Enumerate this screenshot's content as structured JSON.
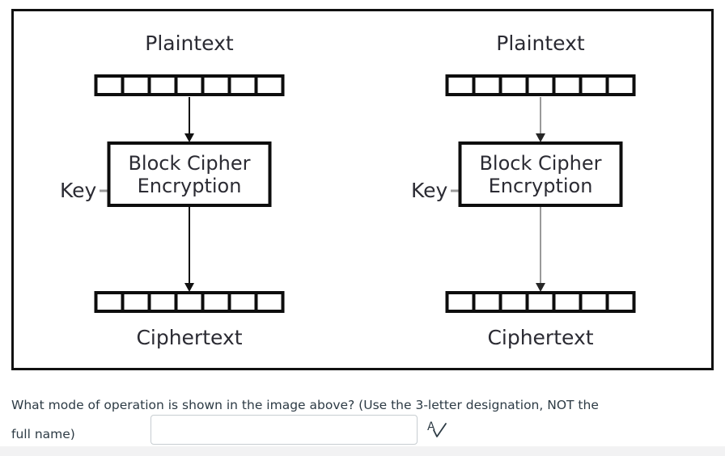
{
  "diagram": {
    "name": "ecb-mode-block-cipher-diagram",
    "cell_count": 7,
    "pipelines": [
      {
        "id": "left",
        "plaintext_label": "Plaintext",
        "ciphertext_label": "Ciphertext",
        "key_label": "Key",
        "cipher_box_line1": "Block Cipher",
        "cipher_box_line2": "Encryption",
        "arrow_style": "dark"
      },
      {
        "id": "right",
        "plaintext_label": "Plaintext",
        "ciphertext_label": "Ciphertext",
        "key_label": "Key",
        "cipher_box_line1": "Block Cipher",
        "cipher_box_line2": "Encryption",
        "arrow_style": "gray"
      }
    ]
  },
  "question": {
    "text": "What mode of operation is shown in the image above? (Use the 3-letter designation, NOT the full name)",
    "answer_value": "",
    "answer_placeholder": "",
    "spellcheck_icon": "a-check-spellcheck-icon"
  },
  "colors": {
    "frame_border": "#111111",
    "box_border": "#0d0d0d",
    "diagram_text": "#2b2b33",
    "question_text": "#2d3b45",
    "input_border": "#c7cdd1",
    "arrow_dark": "#111111",
    "arrow_gray": "#9a9a9a",
    "page_background": "#ffffff",
    "bottom_strip": "#f2f2f3"
  }
}
